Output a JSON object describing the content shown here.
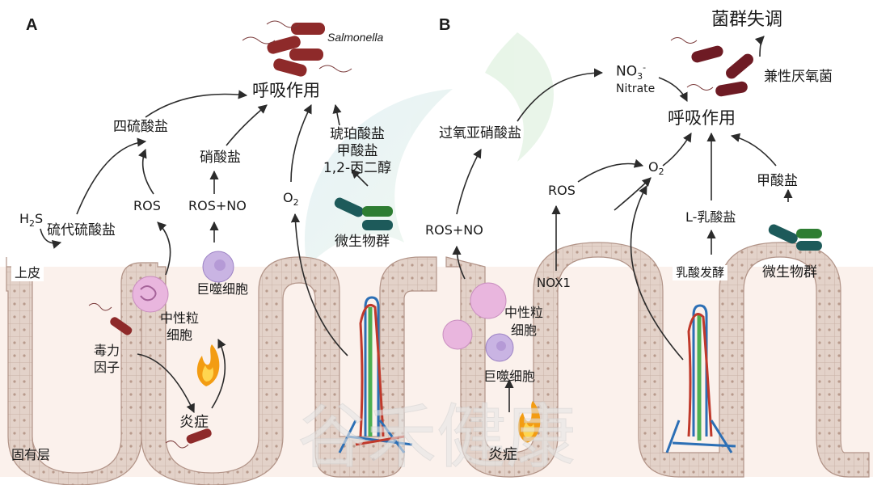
{
  "panel_a": {
    "letter": "A",
    "salmonella": "Salmonella",
    "respiration": "呼吸作用",
    "tetrathionate": "四硫酸盐",
    "nitrate": "硝酸盐",
    "ros": "ROS",
    "ros_no": "ROS+NO",
    "h2s_main": "H",
    "h2s_sub": "2",
    "h2s_end": "S",
    "thiosulfate": "硫代硫酸盐",
    "o2_main": "O",
    "o2_sub": "2",
    "succinate": "琥珀酸盐",
    "formate": "甲酸盐",
    "propanediol": "1,2-丙二醇",
    "microbiota": "微生物群",
    "macrophage": "巨噬细胞",
    "neutrophil_1": "中性粒",
    "neutrophil_2": "细胞",
    "virulence_1": "毒力",
    "virulence_2": "因子",
    "inflammation": "炎症",
    "epithelium": "上皮",
    "lamina_propria": "固有层"
  },
  "panel_b": {
    "letter": "B",
    "dysbiosis": "菌群失调",
    "facultative": "兼性厌氧菌",
    "no3_main": "NO",
    "no3_sub": "3",
    "no3_sup": "-",
    "nitrate_en": "Nitrate",
    "respiration": "呼吸作用",
    "peroxynitrite": "过氧亚硝酸盐",
    "ros_no": "ROS+NO",
    "ros": "ROS",
    "o2_main": "O",
    "o2_sub": "2",
    "formate": "甲酸盐",
    "lactate": "L-乳酸盐",
    "nox1": "NOX1",
    "lactate_fermentation": "乳酸发酵",
    "microbiota": "微生物群",
    "neutrophil_1": "中性粒",
    "neutrophil_2": "细胞",
    "macrophage": "巨噬细胞",
    "inflammation": "炎症"
  },
  "watermark": "谷禾健康",
  "colors": {
    "bacteria_red": "#8e2a2a",
    "microbe_teal": "#1d5a5a",
    "microbe_green": "#2e7d32",
    "tissue": "#dcc9c0",
    "neutrophil": "#e9b6de",
    "macrophage": "#c9b4e3",
    "vessel_red": "#c0392b",
    "vessel_blue": "#2c6fb5",
    "vessel_green": "#4caf50",
    "arrow": "#2b2b2b",
    "flame": "#f39c12"
  }
}
